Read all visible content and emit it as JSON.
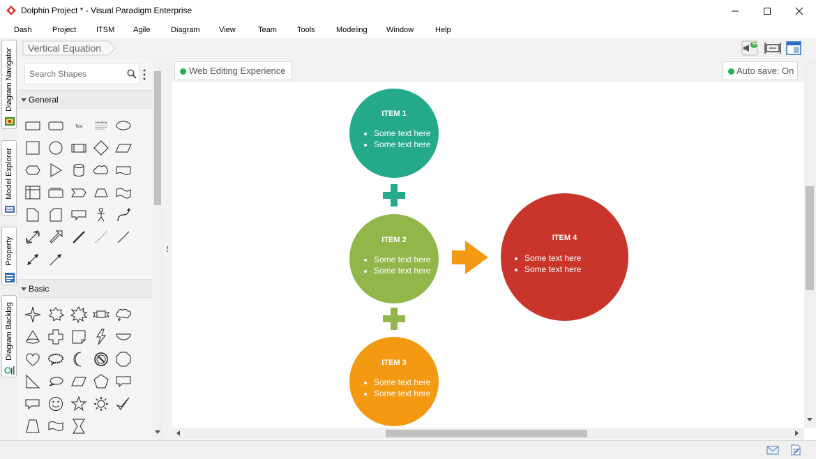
{
  "window": {
    "title": "Dolphin Project * - Visual Paradigm Enterprise",
    "controls": [
      "minimize",
      "maximize",
      "close"
    ]
  },
  "menu": [
    "Dash",
    "Project",
    "ITSM",
    "Agile",
    "Diagram",
    "View",
    "Team",
    "Tools",
    "Modeling",
    "Window",
    "Help"
  ],
  "side_tabs": [
    "Diagram Navigator",
    "Model Explorer",
    "Property",
    "Diagram Backlog"
  ],
  "breadcrumb": {
    "label": "Vertical Equation"
  },
  "toolbar_right": {
    "notification_badge": "9+"
  },
  "palette": {
    "search_placeholder": "Search Shapes",
    "categories": [
      {
        "name": "General"
      },
      {
        "name": "Basic"
      }
    ],
    "general_text_shapes": {
      "text": "Text",
      "heading": "Heading"
    }
  },
  "canvas_bar": {
    "web_editing": "Web Editing Experience",
    "auto_save": "Auto save: On",
    "status_color": "#22b34c"
  },
  "diagram": {
    "items": [
      {
        "title": "ITEM 1",
        "bullets": [
          "Some text here",
          "Some text here"
        ],
        "color": "#24a98b"
      },
      {
        "title": "ITEM 2",
        "bullets": [
          "Some text here",
          "Some text here"
        ],
        "color": "#93b64a"
      },
      {
        "title": "ITEM 3",
        "bullets": [
          "Some text here",
          "Some text here"
        ],
        "color": "#f39a12"
      },
      {
        "title": "ITEM 4",
        "bullets": [
          "Some text here",
          "Some text here"
        ],
        "color": "#c9352a"
      }
    ],
    "plus_colors": [
      "#24a98b",
      "#93b64a"
    ],
    "arrow_color": "#f39a12"
  }
}
